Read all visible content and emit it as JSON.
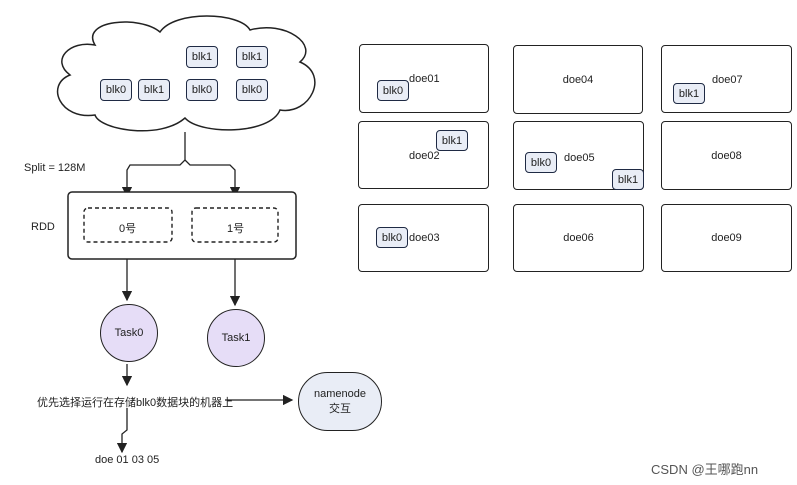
{
  "cloud": {
    "blocks": [
      "blk1",
      "blk1",
      "blk0",
      "blk1",
      "blk0",
      "blk0"
    ]
  },
  "split_label": "Split = 128M",
  "rdd": {
    "label": "RDD",
    "partitions": [
      "0号",
      "1号"
    ]
  },
  "tasks": [
    "Task0",
    "Task1"
  ],
  "preference_text": "优先选择运行在存储blk0数据块的机器上",
  "namenode": {
    "line1": "namenode",
    "line2": "交互"
  },
  "result_text": "doe 01  03  05",
  "machines": {
    "doe01": {
      "name": "doe01",
      "blocks": [
        "blk0"
      ]
    },
    "doe02": {
      "name": "doe02",
      "blocks": [
        "blk1"
      ]
    },
    "doe03": {
      "name": "doe03",
      "blocks": [
        "blk0"
      ]
    },
    "doe04": {
      "name": "doe04",
      "blocks": []
    },
    "doe05": {
      "name": "doe05",
      "blocks": [
        "blk0",
        "blk1"
      ]
    },
    "doe06": {
      "name": "doe06",
      "blocks": []
    },
    "doe07": {
      "name": "doe07",
      "blocks": [
        "blk1"
      ]
    },
    "doe08": {
      "name": "doe08",
      "blocks": []
    },
    "doe09": {
      "name": "doe09",
      "blocks": []
    }
  },
  "watermark": "CSDN @王哪跑nn"
}
